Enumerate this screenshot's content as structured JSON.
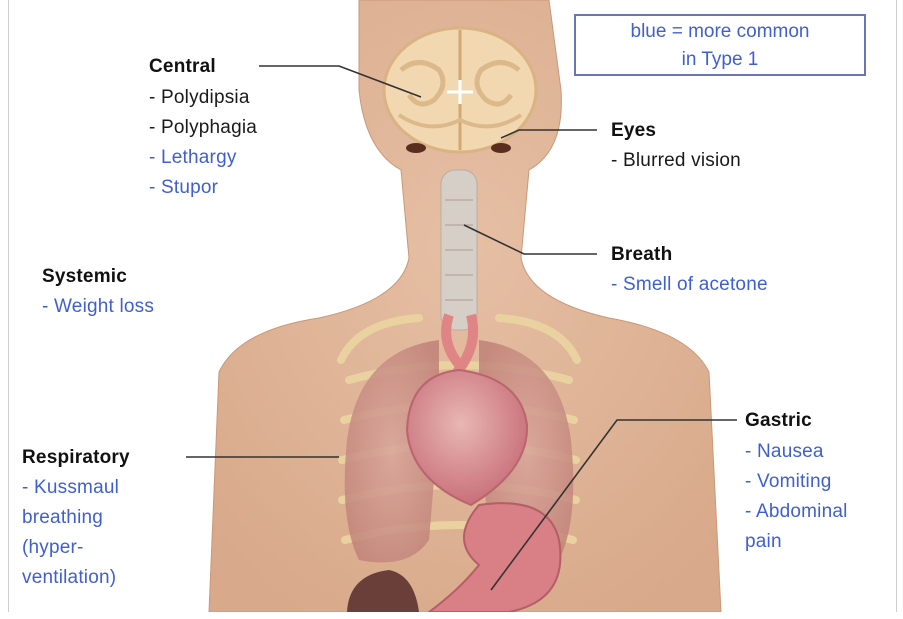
{
  "legend": {
    "line1": "blue = more common",
    "line2": "in Type 1",
    "blue_color": "#3f5fd0"
  },
  "groups": {
    "central": {
      "title": "Central",
      "items": [
        "- Polydipsia",
        "- Polyphagia",
        "- Lethargy",
        "- Stupor"
      ]
    },
    "eyes": {
      "title": "Eyes",
      "items": [
        "- Blurred vision"
      ]
    },
    "breath": {
      "title": "Breath",
      "items": [
        "- Smell of acetone"
      ]
    },
    "systemic": {
      "title": "Systemic",
      "items": [
        "- Weight loss"
      ]
    },
    "respiratory": {
      "title": "Respiratory",
      "items": [
        "- Kussmaul",
        "breathing",
        "(hyper-",
        "ventilation)"
      ]
    },
    "gastric": {
      "title": "Gastric",
      "items": [
        "- Nausea",
        "- Vomiting",
        "- Abdominal",
        "pain"
      ]
    }
  }
}
